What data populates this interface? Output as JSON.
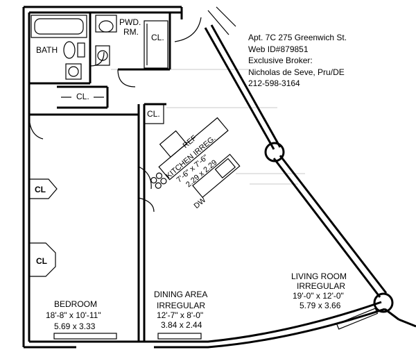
{
  "listing": {
    "address": "Apt. 7C 275 Greenwich St.",
    "web_id": "Web ID#879851",
    "broker_heading": "Exclusive Broker:",
    "broker_name": "Nicholas de Seve, Pru/DE",
    "phone": "212-598-3164"
  },
  "rooms": {
    "bath": "BATH",
    "powder_room_line1": "PWD.",
    "powder_room_line2": "RM.",
    "closet": "CL.",
    "closet_large": "CL",
    "ref": "REF",
    "dw": "DW",
    "kitchen": {
      "name": "KITCHEN IRREG.",
      "dim_ft": "7'-6\" x 7'-6\"",
      "dim_m": "2.29 x 2.29"
    },
    "bedroom": {
      "name": "BEDROOM",
      "dim_ft": "18'-8\" x 10'-11\"",
      "dim_m": "5.69 x 3.33"
    },
    "dining": {
      "name": "DINING AREA",
      "shape": "IRREGULAR",
      "dim_ft": "12'-7\" x 8'-0\"",
      "dim_m": "3.84 x 2.44"
    },
    "living": {
      "name": "LIVING ROOM",
      "shape": "IRREGULAR",
      "dim_ft": "19'-0\" x 12'-0\"",
      "dim_m": "5.79 x 3.66"
    }
  }
}
